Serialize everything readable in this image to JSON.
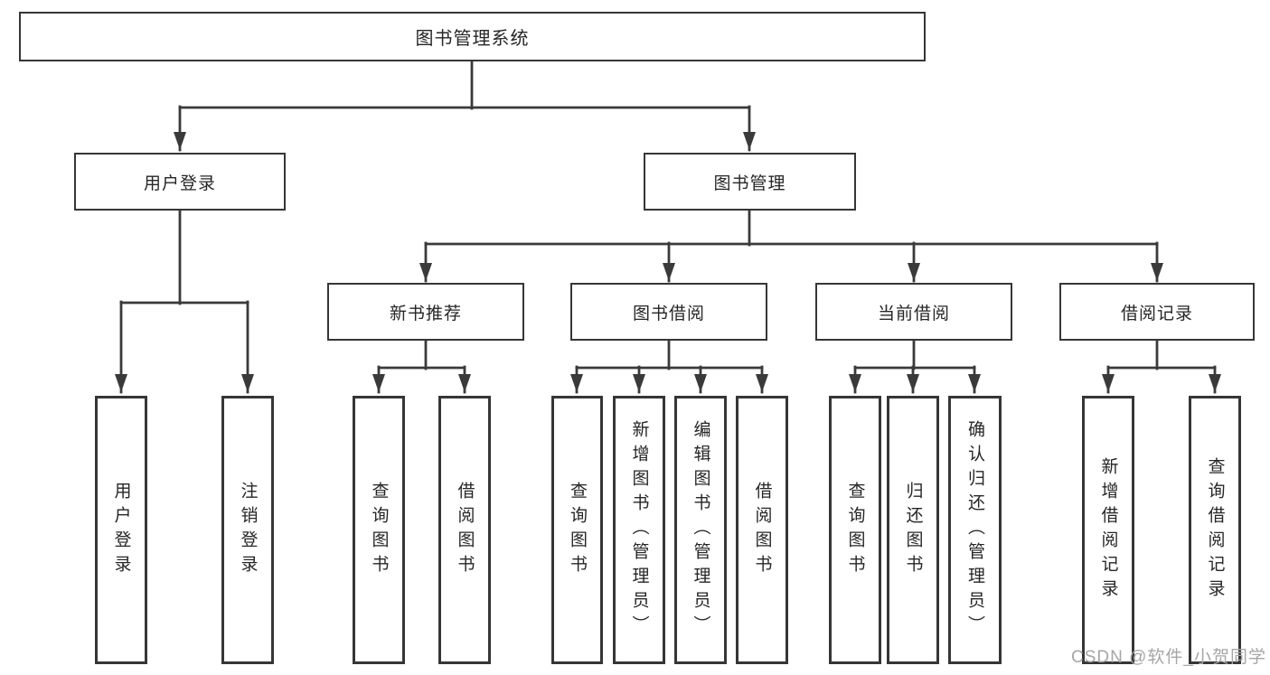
{
  "nodes": {
    "root": {
      "label": "图书管理系统"
    },
    "level2": [
      {
        "label": "用户登录"
      },
      {
        "label": "图书管理"
      }
    ],
    "level3": [
      {
        "label": "新书推荐",
        "parent": "图书管理"
      },
      {
        "label": "图书借阅",
        "parent": "图书管理"
      },
      {
        "label": "当前借阅",
        "parent": "图书管理"
      },
      {
        "label": "借阅记录",
        "parent": "图书管理"
      }
    ],
    "leaves": [
      {
        "label": "用户登录",
        "parent": "用户登录"
      },
      {
        "label": "注销登录",
        "parent": "用户登录"
      },
      {
        "label": "查询图书",
        "parent": "新书推荐"
      },
      {
        "label": "借阅图书",
        "parent": "新书推荐"
      },
      {
        "label": "查询图书",
        "parent": "图书借阅"
      },
      {
        "label": "新增图书（管理员）",
        "parent": "图书借阅"
      },
      {
        "label": "编辑图书（管理员）",
        "parent": "图书借阅"
      },
      {
        "label": "借阅图书",
        "parent": "图书借阅"
      },
      {
        "label": "查询图书",
        "parent": "当前借阅"
      },
      {
        "label": "归还图书",
        "parent": "当前借阅"
      },
      {
        "label": "确认归还（管理员）",
        "parent": "当前借阅"
      },
      {
        "label": "新增借阅记录",
        "parent": "借阅记录"
      },
      {
        "label": "查询借阅记录",
        "parent": "借阅记录"
      }
    ]
  },
  "watermark": {
    "text": "CSDN @软件_小贺同学"
  },
  "colors": {
    "line": "#3a3a3a",
    "box_border": "#363636",
    "box_fill": "#ffffff",
    "text": "#262626",
    "watermark": "#a6a6a6",
    "background": "#ffffff"
  }
}
